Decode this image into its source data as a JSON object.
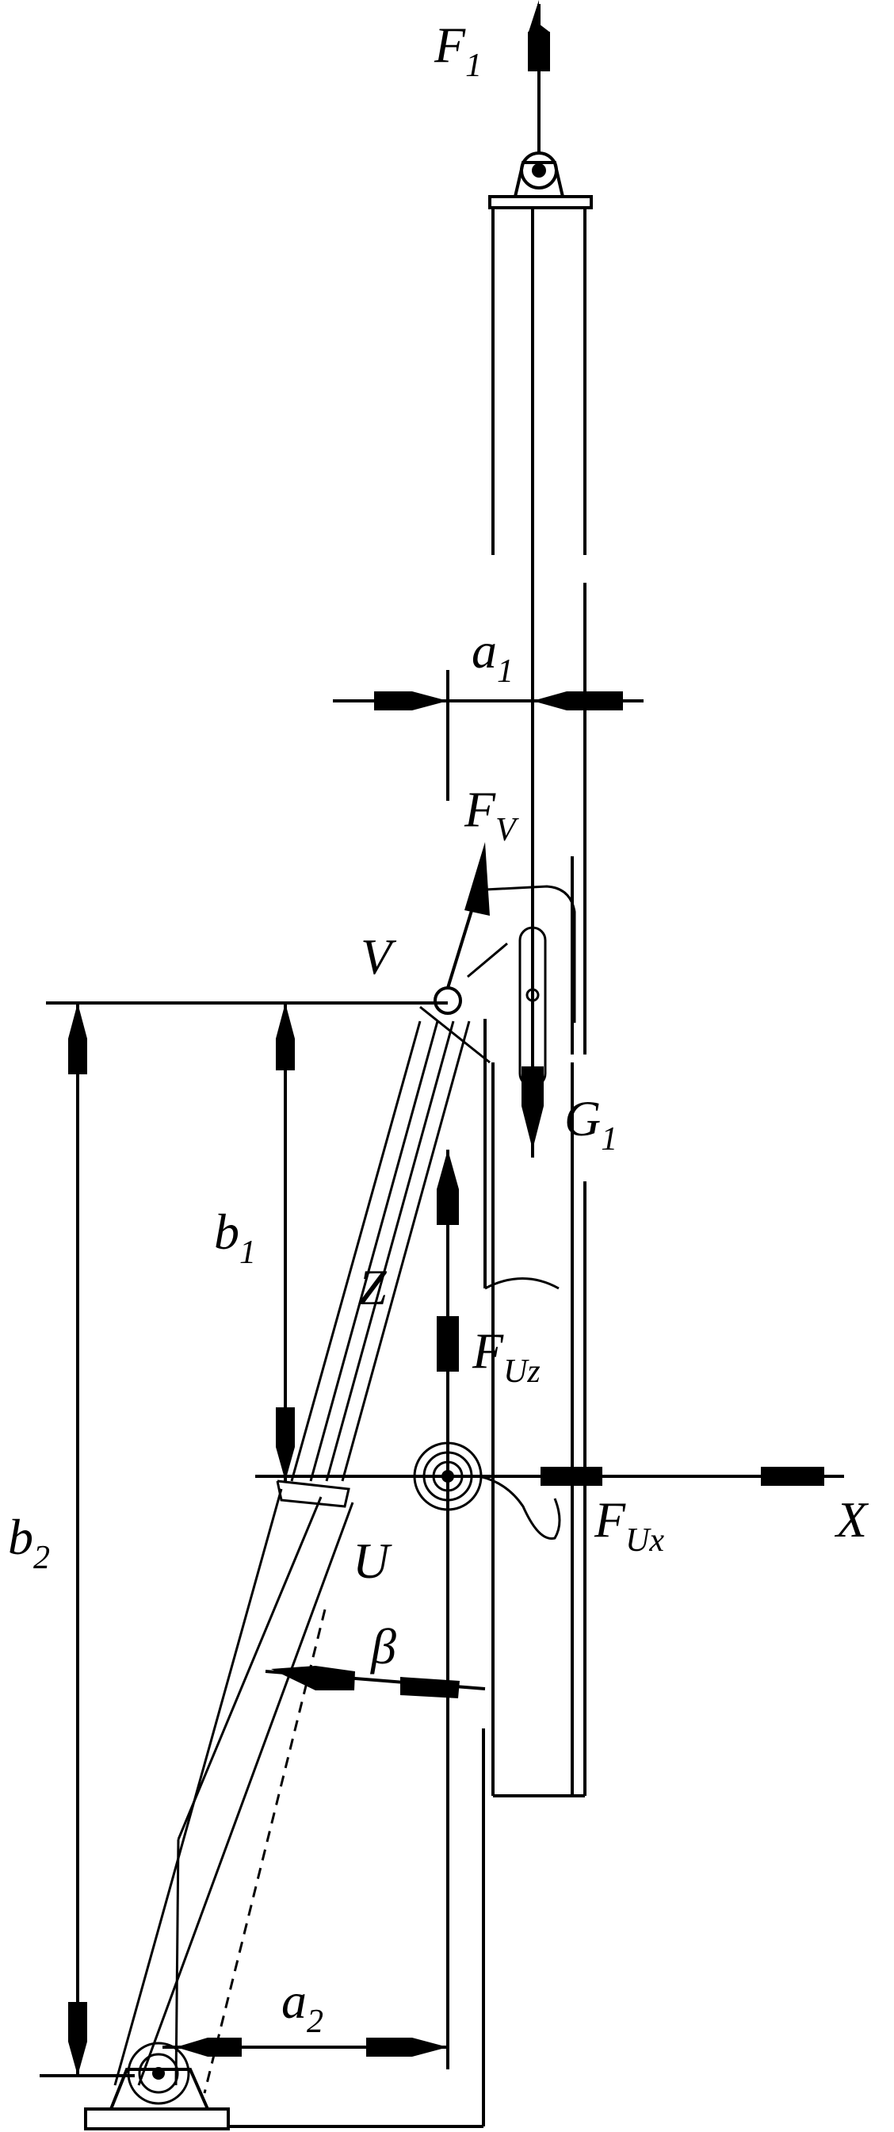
{
  "labels": {
    "f1": {
      "main": "F",
      "sub": "1"
    },
    "a1": {
      "main": "a",
      "sub": "1"
    },
    "fv": {
      "main": "F",
      "sub": "V"
    },
    "v": {
      "main": "V"
    },
    "g1": {
      "main": "G",
      "sub": "1"
    },
    "b1": {
      "main": "b",
      "sub": "1"
    },
    "z": {
      "main": "Z"
    },
    "fuz": {
      "main": "F",
      "sub": "Uz"
    },
    "b2": {
      "main": "b",
      "sub": "2"
    },
    "u": {
      "main": "U"
    },
    "fux": {
      "main": "F",
      "sub": "Ux"
    },
    "x": {
      "main": "X"
    },
    "beta": {
      "main": "β"
    },
    "a2": {
      "main": "a",
      "sub": "2"
    }
  }
}
